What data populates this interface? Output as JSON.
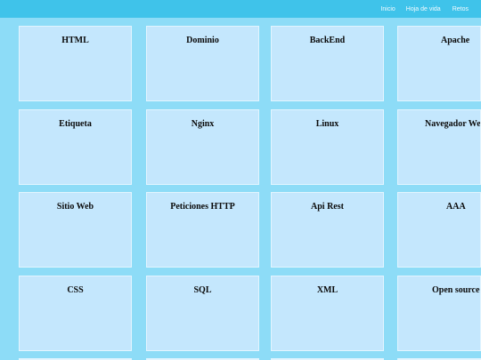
{
  "nav": {
    "items": [
      {
        "label": "Inicio"
      },
      {
        "label": "Hoja de vida"
      },
      {
        "label": "Retos"
      }
    ]
  },
  "grid": {
    "rows": [
      [
        "HTML",
        "Dominio",
        "BackEnd",
        "Apache"
      ],
      [
        "Etiqueta",
        "Nginx",
        "Linux",
        "Navegador Web"
      ],
      [
        "Sitio Web",
        "Peticiones HTTP",
        "Api Rest",
        "AAA"
      ],
      [
        "CSS",
        "SQL",
        "XML",
        "Open source"
      ],
      [
        "",
        "",
        "",
        ""
      ]
    ]
  }
}
